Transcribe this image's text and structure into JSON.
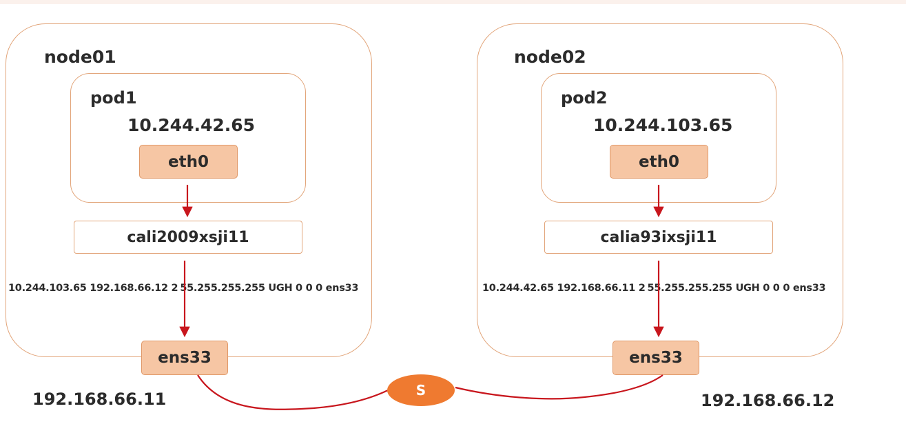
{
  "colors": {
    "border": "#e2a57a",
    "fill": "#f6c6a4",
    "arrow": "#c8161d",
    "switch": "#ef7a30"
  },
  "nodes": [
    {
      "title": "node01",
      "pod_title": "pod1",
      "pod_ip": "10.244.42.65",
      "pod_iface": "eth0",
      "veth": "cali2009xsji11",
      "route_pre": "10.244.103.65 192.168.66.12 2",
      "route_post": "55.255.255.255 UGH 0 0  0 ens33",
      "host_iface": "ens33",
      "host_ip": "192.168.66.11"
    },
    {
      "title": "node02",
      "pod_title": "pod2",
      "pod_ip": "10.244.103.65",
      "pod_iface": "eth0",
      "veth": "calia93ixsji11",
      "route_pre": "10.244.42.65 192.168.66.11 2",
      "route_post": "55.255.255.255 UGH 0 0  0 ens33",
      "host_iface": "ens33",
      "host_ip": "192.168.66.12"
    }
  ],
  "switch": {
    "label": "S",
    "icon": "switch-icon"
  }
}
